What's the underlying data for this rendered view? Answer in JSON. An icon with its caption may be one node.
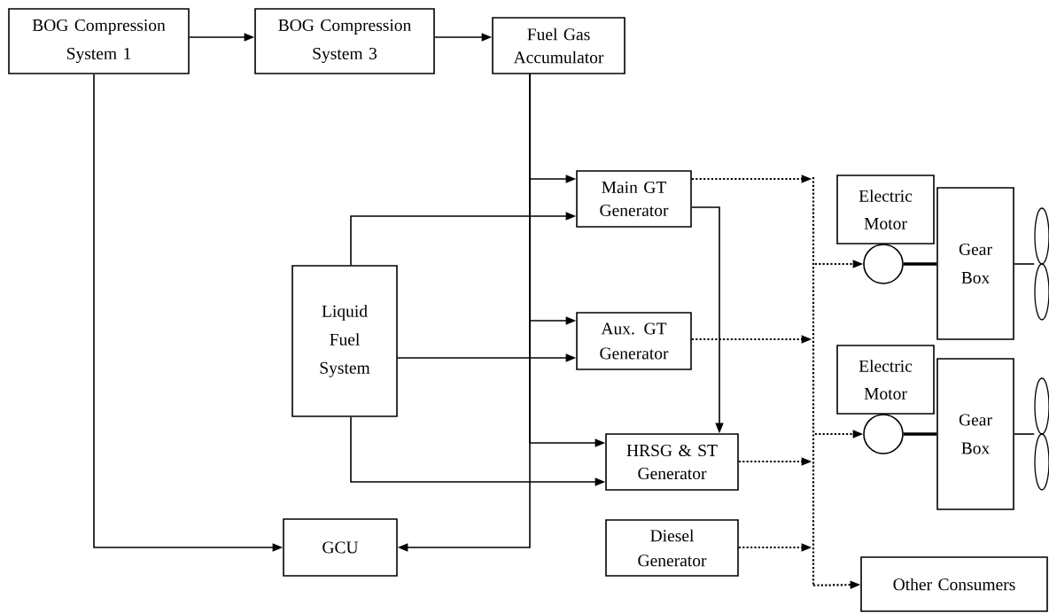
{
  "diagram": {
    "nodes": [
      {
        "text": [
          "BOG Compression System 1"
        ]
      },
      {
        "text": [
          "BOG Compression System 3"
        ]
      },
      {
        "text": [
          "Fuel Gas Accumulator"
        ]
      },
      {
        "text": [
          "Main GT Generator"
        ]
      },
      {
        "text": [
          "Electric Motor"
        ]
      },
      {
        "text": [
          "Gear Box"
        ]
      },
      {
        "text": [],
        "shape": "propeller"
      },
      {
        "text": [],
        "shape": "circle"
      },
      {
        "text": [
          "Liquid Fuel System"
        ]
      },
      {
        "text": [
          "Aux. GT Generator"
        ]
      },
      {
        "text": [
          "Electric Motor"
        ]
      },
      {
        "text": [
          "Gear Box"
        ]
      },
      {
        "text": [],
        "shape": "propeller"
      },
      {
        "text": [],
        "shape": "circle"
      },
      {
        "text": [
          "HRSG & ST Generator"
        ]
      },
      {
        "text": [
          "GCU"
        ]
      },
      {
        "text": [
          "Diesel Generator"
        ]
      },
      {
        "text": [
          "Other Consumers"
        ]
      },
      {
        "text": [],
        "shape": "bar"
      }
    ],
    "edges": [
      {
        "from": 0,
        "to": 1,
        "arrow": "to"
      },
      {
        "from": 1,
        "to": 2,
        "arrow": "to"
      },
      {
        "from": 2,
        "to": 3,
        "arrow": "to"
      },
      {
        "from": 2,
        "to": 9,
        "arrow": "to"
      },
      {
        "from": 2,
        "to": 14,
        "arrow": "to"
      },
      {
        "from": 2,
        "to": 15,
        "arrow": "to"
      },
      {
        "from": 0,
        "to": 15,
        "arrow": "to"
      },
      {
        "from": 8,
        "to": 3,
        "arrow": "to"
      },
      {
        "from": 8,
        "to": 9,
        "arrow": "to"
      },
      {
        "from": 8,
        "to": 14,
        "arrow": "to"
      },
      {
        "from": 3,
        "to": 14,
        "arrow": "to"
      },
      {
        "from": 3,
        "to": 18,
        "arrow": "to",
        "style": "dashed"
      },
      {
        "from": 9,
        "to": 18,
        "arrow": "to",
        "style": "dashed"
      },
      {
        "from": 14,
        "to": 18,
        "arrow": "to",
        "style": "dashed"
      },
      {
        "from": 16,
        "to": 18,
        "arrow": "to",
        "style": "dashed"
      },
      {
        "from": 18,
        "to": 7,
        "arrow": "to",
        "style": "dashed"
      },
      {
        "from": 18,
        "to": 13,
        "arrow": "to",
        "style": "dashed"
      },
      {
        "from": 18,
        "to": 17,
        "arrow": "to",
        "style": "dashed"
      },
      {
        "from": 7,
        "to": 5,
        "arrow": "none",
        "style": "thick"
      },
      {
        "from": 13,
        "to": 11,
        "arrow": "none",
        "style": "thick"
      },
      {
        "from": 5,
        "to": 6,
        "arrow": "none"
      },
      {
        "from": 11,
        "to": 12,
        "arrow": "none"
      }
    ]
  }
}
